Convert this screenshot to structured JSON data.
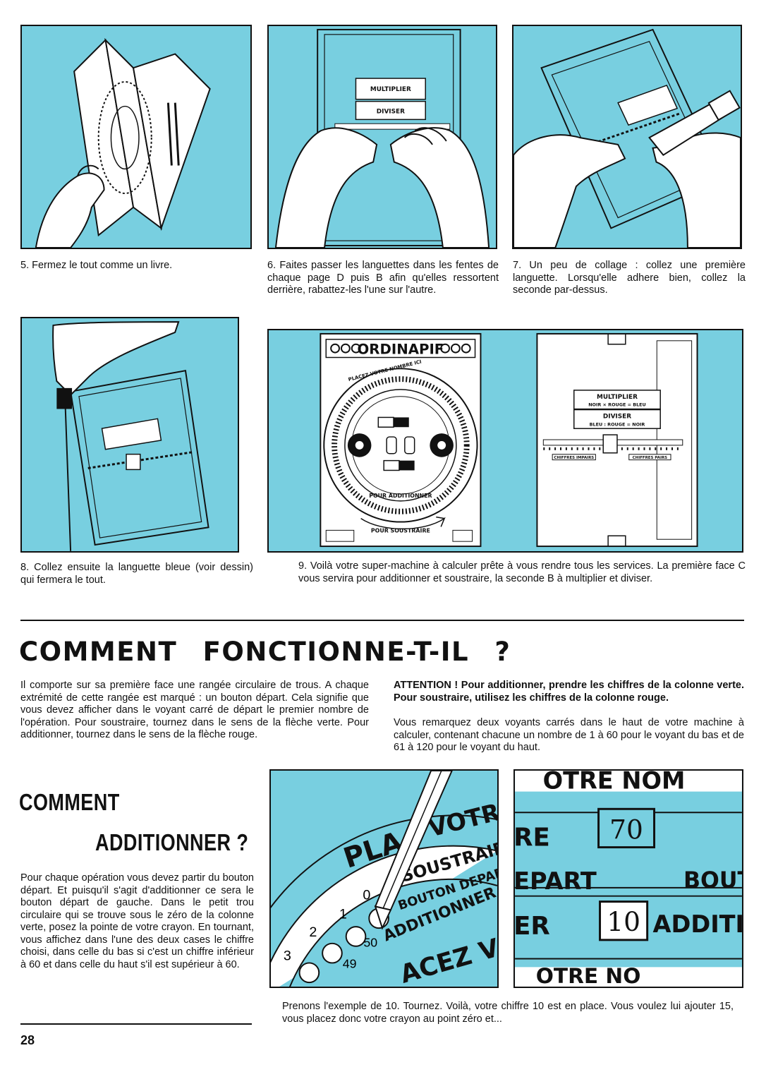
{
  "captions": {
    "c5": "5. Fermez le tout comme un livre.",
    "c6": "6. Faites passer les languettes dans les fentes de chaque page D puis B afin qu'elles ressortent derrière, rabattez-les l'une sur l'autre.",
    "c7": "7. Un peu de collage : collez une première languette. Lorsqu'elle adhere bien, collez la seconde par-dessus.",
    "c8": "8. Collez ensuite la languette bleue (voir dessin) qui fermera le tout.",
    "c9": "9. Voilà votre super-machine à calculer prête à vous rendre tous les services. La première face C vous servira pour additionner et soustraire, la seconde B à multiplier et diviser."
  },
  "illustration_labels": {
    "multiplier": "MULTIPLIER",
    "multiplier_rule": "NOIR × ROUGE = BLEU",
    "diviser": "DIVISER",
    "diviser_rule": "BLEU : ROUGE = NOIR",
    "brand": "ORDINAPIF",
    "placez": "PLACEZ VOTRE NOMBRE ICI",
    "additionner": "POUR ADDITIONNER",
    "soustraire": "POUR SOUSTRAIRE",
    "impairs": "CHIFFRES IMPAIRS",
    "pairs": "CHIFFRES PAIRS",
    "zoom_soustraire": "SOUSTRAIRE",
    "zoom_bouton": "BOUTON DEPART",
    "zoom_additionner": "ADDITIONNER",
    "zoom_votre": "VOTR",
    "zoom_acez": "ACEZ VOT",
    "zoom_digits": [
      "0",
      "1",
      "2",
      "3",
      "50",
      "49"
    ],
    "zoom2_top": "70",
    "zoom2_mid": "10",
    "zoom2_re": "RE",
    "zoom2_epart": "EPART",
    "zoom2_er": "ER",
    "zoom2_bout": "BOUT",
    "zoom2_additi": "ADDITI"
  },
  "main_title": "COMMENT FONCTIONNE-T-IL ?",
  "intro_left": "Il comporte sur sa première face une rangée circulaire de trous. A chaque extrémité de cette rangée est marqué : un bouton départ. Cela signifie que vous devez afficher dans le voyant carré de départ le premier nombre de l'opération. Pour soustraire, tournez dans le sens de la flèche verte. Pour additionner, tournez dans le sens de la flèche rouge.",
  "attention": "ATTENTION ! Pour additionner, prendre les chiffres de la colonne verte. Pour soustraire, utilisez les chiffres de la colonne rouge.",
  "intro_right": "Vous remarquez deux voyants carrés dans le haut de votre machine à calculer, contenant chacune un nombre de 1 à 60 pour le voyant du bas et de 61 à 120 pour le voyant du haut.",
  "sub_title_1": "COMMENT",
  "sub_title_2": "ADDITIONNER ?",
  "add_text": "Pour chaque opération vous devez partir du bouton départ. Et puisqu'il s'agit d'additionner ce sera le bouton départ de gauche. Dans le petit trou circulaire qui se trouve sous le zéro de la colonne verte, posez la pointe de votre crayon. En tournant, vous affichez dans l'une des deux cases le chiffre choisi, dans celle du bas si c'est un chiffre inférieur à 60 et dans celle du haut s'il est supérieur à 60.",
  "example_caption": "Prenons l'exemple de 10. Tournez. Voilà, votre chiffre 10 est en place. Vous voulez lui ajouter 15, vous placez donc votre crayon au point zéro et...",
  "page_number": "28",
  "colors": {
    "panel_blue": "#78cfe0",
    "ink": "#111111"
  }
}
